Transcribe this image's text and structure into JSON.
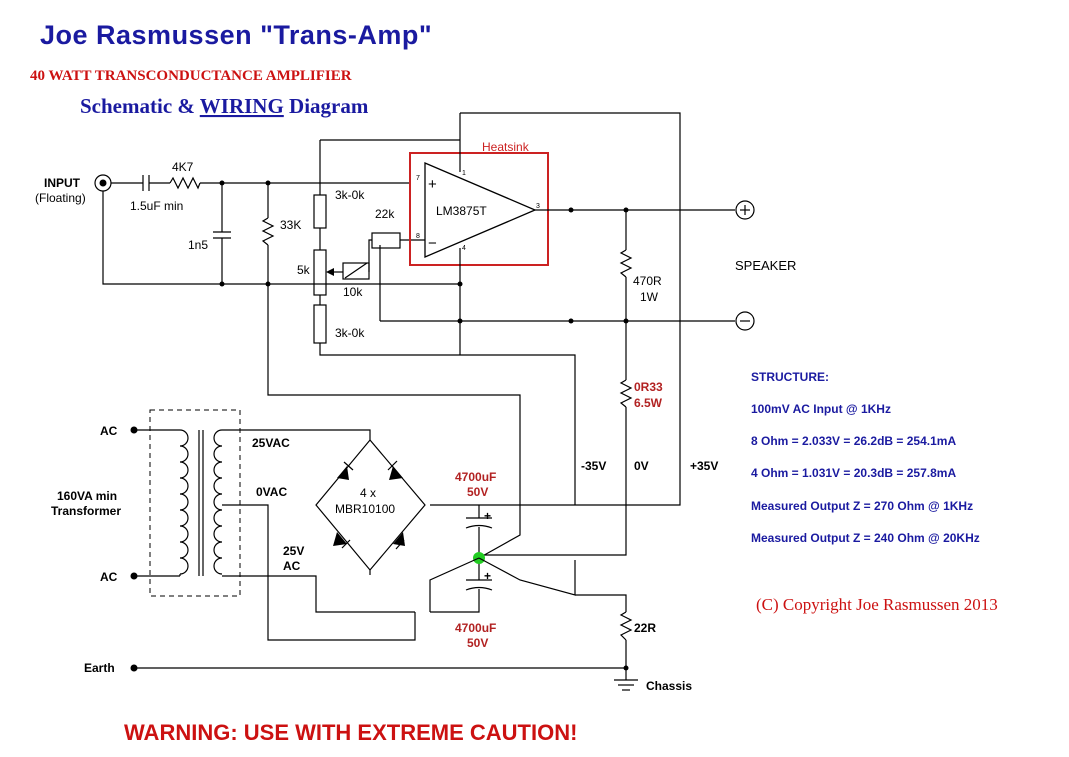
{
  "title": "Joe Rasmussen \"Trans-Amp\"",
  "subtitle": "40 WATT TRANSCONDUCTANCE AMPLIFIER",
  "diagram_title_prefix": "Schematic & ",
  "diagram_title_wiring": "WIRING",
  "diagram_title_suffix": " Diagram",
  "heatsink_label": "Heatsink",
  "components": {
    "input": "INPUT",
    "input_note": "(Floating)",
    "cap_in": "1.5uF min",
    "r_in": "4K7",
    "c_shunt": "1n5",
    "r_33k": "33K",
    "r_3k_top": "3k-0k",
    "r_3k_bot": "3k-0k",
    "pot_5k": "5k",
    "r_10k": "10k",
    "r_22k": "22k",
    "ic": "LM3875T",
    "pin7": "7",
    "pin1": "1",
    "pin8": "8",
    "pin4": "4",
    "pin3": "3",
    "plus": "+",
    "minus": "−",
    "r_470": "470R",
    "r_470_w": "1W",
    "r_0r33": "0R33",
    "r_0r33_w": "6.5W",
    "speaker": "SPEAKER",
    "ac_top": "AC",
    "ac_bot": "AC",
    "vac25": "25VAC",
    "vac0": "0VAC",
    "v25ac_a": "25V",
    "v25ac_b": "AC",
    "transformer_a": "160VA min",
    "transformer_b": "Transformer",
    "bridge_a": "4 x",
    "bridge_b": "MBR10100",
    "cap_top_a": "4700uF",
    "cap_top_b": "50V",
    "cap_bot_a": "4700uF",
    "cap_bot_b": "50V",
    "rail_neg": "-35V",
    "rail_zero": "0V",
    "rail_pos": "+35V",
    "r_22r": "22R",
    "earth": "Earth",
    "chassis": "Chassis"
  },
  "structure": {
    "heading": "STRUCTURE:",
    "lines": [
      "100mV AC Input @ 1KHz",
      "8 Ohm = 2.033V = 26.2dB = 254.1mA",
      "4 Ohm = 1.031V = 20.3dB = 257.8mA",
      "Measured Output Z = 270 Ohm @ 1KHz",
      "Measured Output Z = 240 Ohm @ 20KHz"
    ]
  },
  "copyright": "(C) Copyright Joe Rasmussen 2013",
  "warning": "WARNING: USE WITH EXTREME CAUTION!",
  "colors": {
    "title_blue": "#1a1aa0",
    "accent_red": "#cc1111",
    "green_node": "#22cc22"
  }
}
